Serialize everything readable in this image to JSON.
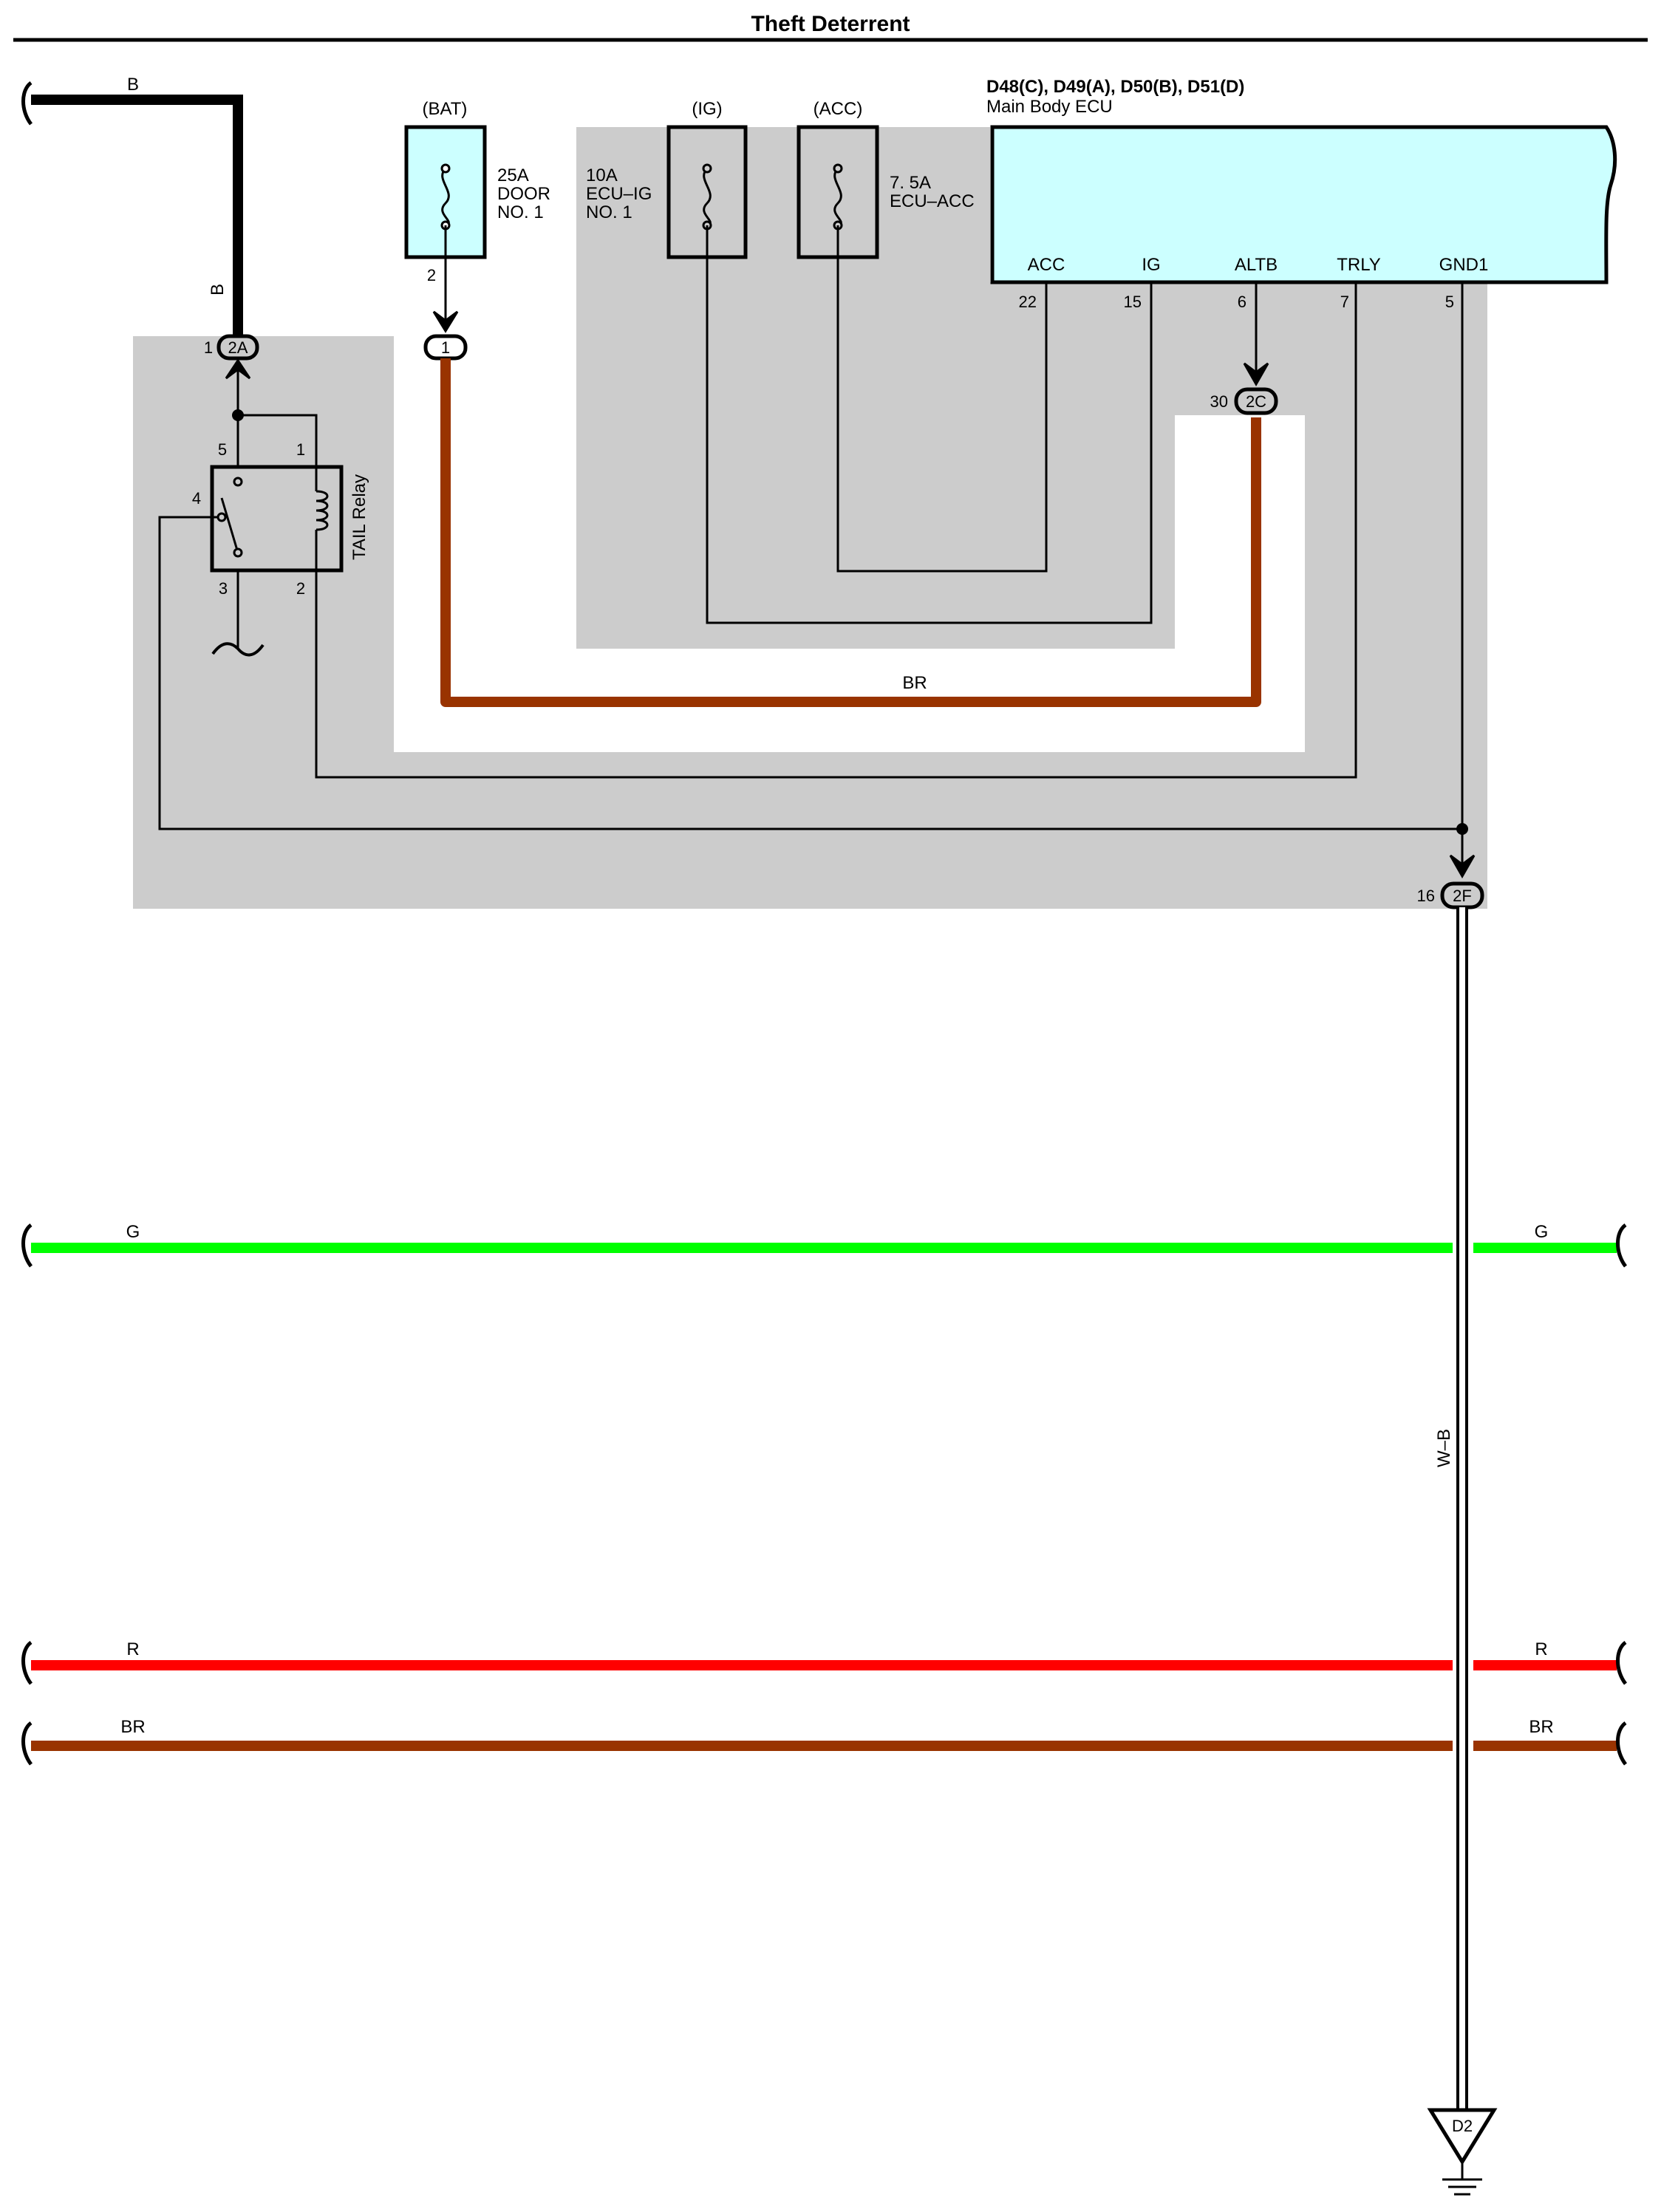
{
  "title": "Theft Deterrent",
  "ecu": {
    "codes": "D48(C), D49(A), D50(B), D51(D)",
    "name": "Main Body ECU",
    "terminals": [
      {
        "name": "ACC",
        "pin": "22"
      },
      {
        "name": "IG",
        "pin": "15"
      },
      {
        "name": "ALTB",
        "pin": "6"
      },
      {
        "name": "TRLY",
        "pin": "7"
      },
      {
        "name": "GND1",
        "pin": "5"
      }
    ]
  },
  "fuses": {
    "bat": {
      "source": "(BAT)",
      "line1": "25A",
      "line2": "DOOR",
      "line3": "NO. 1",
      "pin": "2"
    },
    "ig": {
      "source": "(IG)",
      "line1": "10A",
      "line2": "ECU–IG",
      "line3": "NO. 1"
    },
    "acc": {
      "source": "(ACC)",
      "line1": "7. 5A",
      "line2": "ECU–ACC"
    }
  },
  "relay": {
    "name": "TAIL Relay",
    "pins": {
      "p1": "1",
      "p2": "2",
      "p3": "3",
      "p4": "4",
      "p5": "5"
    }
  },
  "connectors": {
    "c2a": {
      "id": "2A",
      "pin": "1"
    },
    "c1": {
      "id": "1"
    },
    "c2c": {
      "id": "2C",
      "pin": "30"
    },
    "c2f": {
      "id": "2F",
      "pin": "16"
    }
  },
  "wires": {
    "b_top": "B",
    "b_vertical": "B",
    "br_loop": "BR",
    "g_left": "G",
    "g_right": "G",
    "wb": "W–B",
    "r_left": "R",
    "r_right": "R",
    "br_left": "BR",
    "br_right": "BR"
  },
  "ground": {
    "id": "D2"
  },
  "colors": {
    "black_wire": "#000000",
    "brown_wire": "#993300",
    "green_wire": "#00ff00",
    "red_wire": "#ff0000",
    "ecu_fill": "#ccffff",
    "junction_block": "#cccccc"
  }
}
